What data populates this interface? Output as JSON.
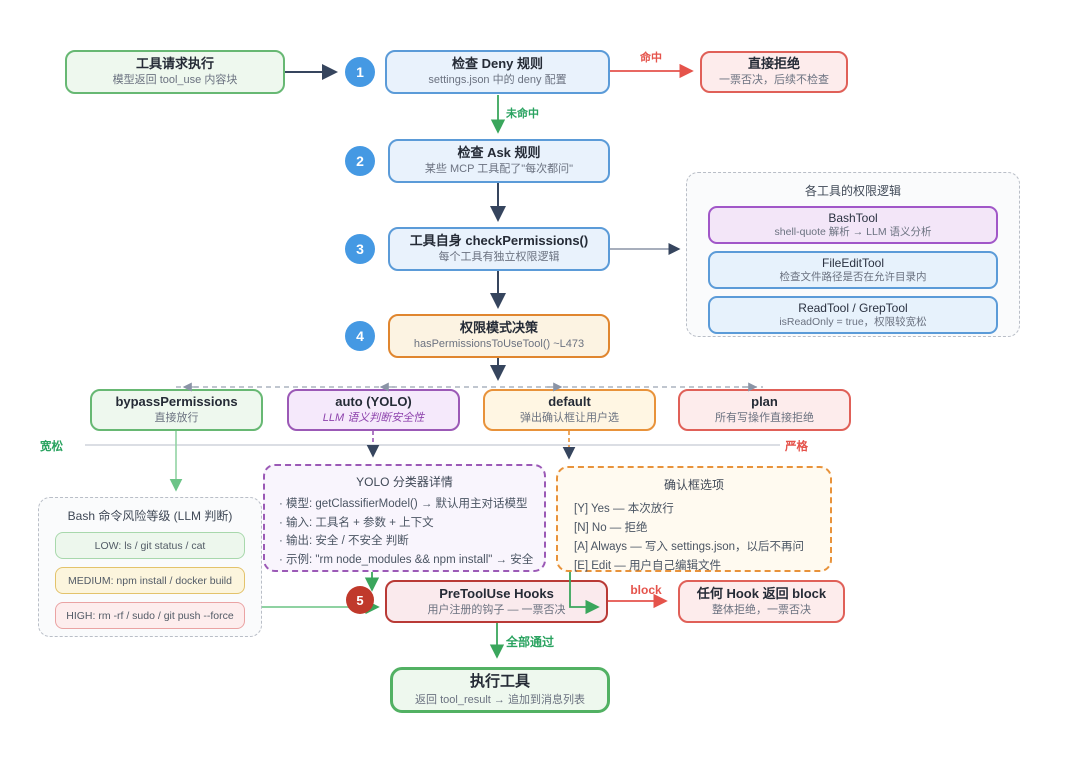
{
  "nodes": {
    "start": {
      "title": "工具请求执行",
      "subtitle": "模型返回 tool_use 内容块"
    },
    "deny": {
      "step": "1",
      "title": "检查 Deny 规则",
      "subtitle": "settings.json 中的 deny 配置"
    },
    "reject": {
      "title": "直接拒绝",
      "subtitle": "一票否决，后续不检查"
    },
    "ask": {
      "step": "2",
      "title": "检查 Ask 规则",
      "subtitle": "某些 MCP 工具配了\"每次都问\""
    },
    "check_permissions": {
      "step": "3",
      "title": "工具自身 checkPermissions()",
      "subtitle": "每个工具有独立权限逻辑"
    },
    "decision": {
      "step": "4",
      "title": "权限模式决策",
      "subtitle": "hasPermissionsToUseTool() ~L473"
    },
    "hooks": {
      "step": "5",
      "title": "PreToolUse Hooks",
      "subtitle": "用户注册的钩子 — 一票否决"
    },
    "hook_block": {
      "title": "任何 Hook 返回 block",
      "subtitle": "整体拒绝，一票否决"
    },
    "execute": {
      "title": "执行工具",
      "subtitle": "返回 tool_result → 追加到消息列表"
    }
  },
  "tools_panel": {
    "title": "各工具的权限逻辑",
    "items": [
      {
        "title": "BashTool",
        "subtitle": "shell-quote 解析 → LLM 语义分析"
      },
      {
        "title": "FileEditTool",
        "subtitle": "检查文件路径是否在允许目录内"
      },
      {
        "title": "ReadTool / GrepTool",
        "subtitle": "isReadOnly = true，权限较宽松"
      }
    ]
  },
  "modes": [
    {
      "title": "bypassPermissions",
      "subtitle": "直接放行"
    },
    {
      "title": "auto (YOLO)",
      "subtitle": "LLM 语义判断安全性"
    },
    {
      "title": "default",
      "subtitle": "弹出确认框让用户选"
    },
    {
      "title": "plan",
      "subtitle": "所有写操作直接拒绝"
    }
  ],
  "axis": {
    "left": "宽松",
    "right": "严格"
  },
  "bash_risk": {
    "title": "Bash 命令风险等级 (LLM 判断)",
    "levels": [
      "LOW: ls / git status / cat",
      "MEDIUM: npm install / docker build",
      "HIGH: rm -rf / sudo / git push --force"
    ]
  },
  "yolo_detail": {
    "title": "YOLO 分类器详情",
    "bullets": [
      "· 模型: getClassifierModel() → 默认用主对话模型",
      "· 输入: 工具名 + 参数 + 上下文",
      "· 输出: 安全 / 不安全 判断",
      "· 示例: \"rm node_modules && npm install\" → 安全"
    ]
  },
  "confirm_panel": {
    "title": "确认框选项",
    "options": [
      "[Y] Yes — 本次放行",
      "[N] No — 拒绝",
      "[A] Always — 写入 settings.json，以后不再问",
      "[E] Edit — 用户自己编辑文件"
    ]
  },
  "edge_labels": {
    "hit": "命中",
    "miss": "未命中",
    "block": "block",
    "all_pass": "全部通过"
  },
  "colors": {
    "blue": "#4599e3",
    "green": "#2aa360",
    "red": "#e5534b",
    "orange": "#e8923a",
    "purple": "#9b59b6",
    "dark": "#36455e"
  }
}
